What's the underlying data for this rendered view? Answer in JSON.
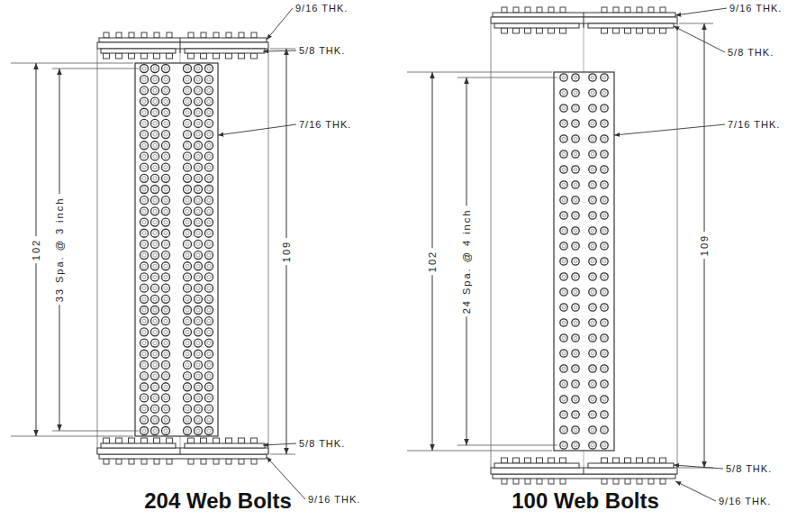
{
  "diagram": {
    "labels": [
      "9/16 THK.",
      "5/8 THK.",
      "7/16 THK.",
      "102",
      "33 Spa. @ 3 inch",
      "109",
      "5/8 THK.",
      "9/16 THK.",
      "204 Web Bolts",
      "9/16 THK.",
      "5/8 THK.",
      "7/16 THK.",
      "102",
      "24 Spa. @ 4 inch",
      "109",
      "5/8 THK.",
      "9/16 THK.",
      "100 Web Bolts"
    ]
  }
}
